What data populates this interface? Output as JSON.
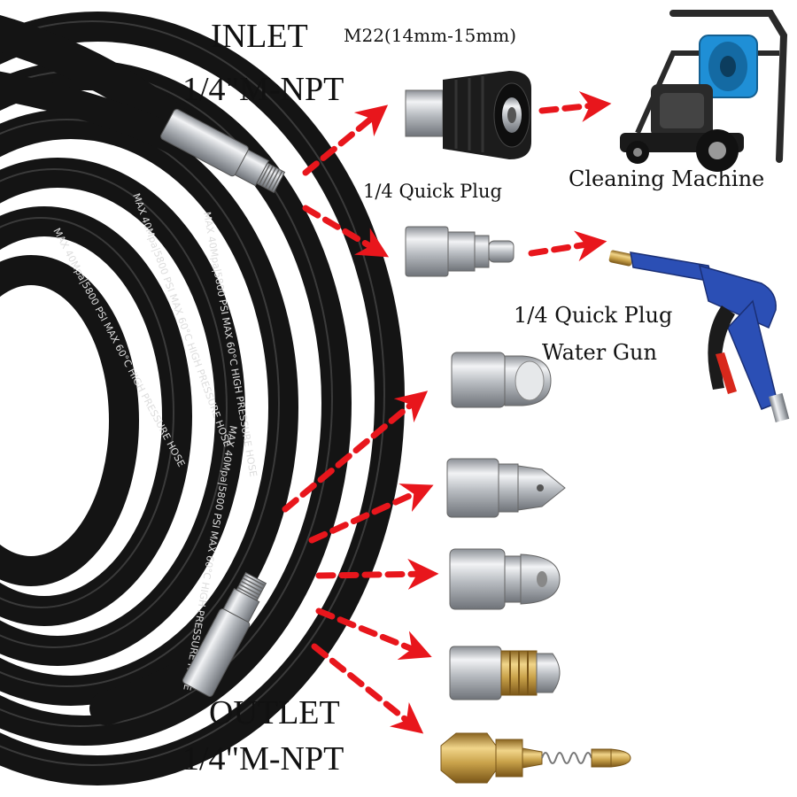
{
  "labels": {
    "inlet": "INLET",
    "inlet_thread": "M22(14mm-15mm)",
    "inlet_npt": "1/4\"M-NPT",
    "quick_plug": "1/4 Quick Plug",
    "cleaning_machine": "Cleaning Machine",
    "quick_plug_gun_line1": "1/4 Quick Plug",
    "quick_plug_gun_line2": "Water Gun",
    "outlet": "OUTLET",
    "outlet_npt": "1/4\"M-NPT"
  },
  "hose_print": "MAX 40Mpa|5800 PSI MAX 60°C HIGH PRESSURE HOSE",
  "colors": {
    "arrow": "#e8161c",
    "hose": "#141414",
    "steel": "#c9ccd0",
    "brass": "#c9a24a",
    "gun_blue": "#2b4fb5",
    "machine_blue": "#1f8fd6"
  },
  "nozzles": [
    {
      "type": "rear-jet button nozzle"
    },
    {
      "type": "pointed penetrating nozzle"
    },
    {
      "type": "round rotating nozzle"
    },
    {
      "type": "quick-connect nozzle with brass coupler"
    },
    {
      "type": "brass spring-guided rotating nozzle"
    }
  ]
}
